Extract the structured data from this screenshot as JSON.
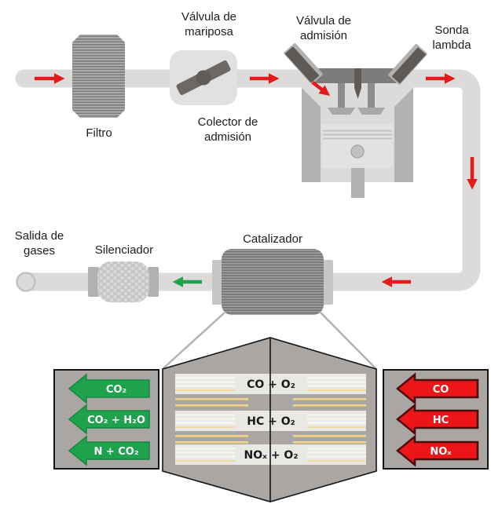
{
  "labels": {
    "valvula_mariposa": [
      "Válvula de",
      "mariposa"
    ],
    "valvula_admision": [
      "Válvula de",
      "admisión"
    ],
    "sonda_lambda": [
      "Sonda",
      "lambda"
    ],
    "filtro": [
      "Filtro"
    ],
    "colector_admision": [
      "Colector de",
      "admisión"
    ],
    "salida_gases": [
      "Salida de",
      "gases"
    ],
    "silenciador": [
      "Silenciador"
    ],
    "catalizador": [
      "Catalizador"
    ]
  },
  "catalyst_inset": {
    "reactions": [
      "CO + O₂",
      "HC + O₂",
      "NOₓ + O₂"
    ],
    "converted_gases": [
      "CO₂",
      "CO₂ + H₂O",
      "N + CO₂"
    ],
    "pollutant_gases": [
      "CO",
      "HC",
      "NOₓ"
    ]
  },
  "colors": {
    "flow_arrow_red": "#e41a1c",
    "flow_arrow_green": "#1fa24c",
    "pollutant_arrow_fill": "#ec1518",
    "pollutant_arrow_border": "#4d0c0c",
    "converted_arrow_fill": "#1fa24c",
    "converted_arrow_border": "#148841",
    "panel_gray": "#a9a6a3",
    "pipe_gray": "#dcdbd9",
    "substrate_band": "#eae8e4",
    "substrate_yellow_line": "#f2d488",
    "label_text": "#1f1d1b"
  }
}
